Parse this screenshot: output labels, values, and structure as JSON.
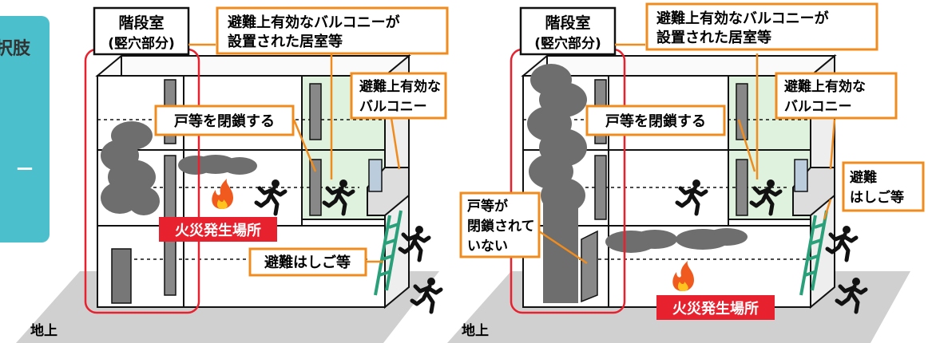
{
  "side_panel": {
    "text_1": "択肢",
    "text_2": "ー"
  },
  "diagram_left": {
    "stairwell": "階段室",
    "stairwell_sub": "(竪穴部分)",
    "balcony_room_1": "避難上有効なバルコニーが",
    "balcony_room_2": "設置された居室等",
    "balcony_1": "避難上有効な",
    "balcony_2": "バルコニー",
    "door_closed": "戸等を閉鎖する",
    "ladder": "避難はしご等",
    "fire": "火災発生場所",
    "ground": "地上"
  },
  "diagram_right": {
    "stairwell": "階段室",
    "stairwell_sub": "(竪穴部分)",
    "balcony_room_1": "避難上有効なバルコニーが",
    "balcony_room_2": "設置された居室等",
    "balcony_1": "避難上有効な",
    "balcony_2": "バルコニー",
    "door_open_1": "戸等が",
    "door_open_2": "閉鎖されて",
    "door_open_3": "いない",
    "ladder_1": "避難",
    "ladder_2": "はしご等",
    "fire": "火災発生場所",
    "ground": "地上"
  },
  "colors": {
    "orange": "#f08c1e",
    "red": "#e8212e",
    "teal": "#4bbfcb",
    "balcony_green": "#dff2dd",
    "ground": "#d0d0d0",
    "smoke": "#6e6e6e"
  }
}
